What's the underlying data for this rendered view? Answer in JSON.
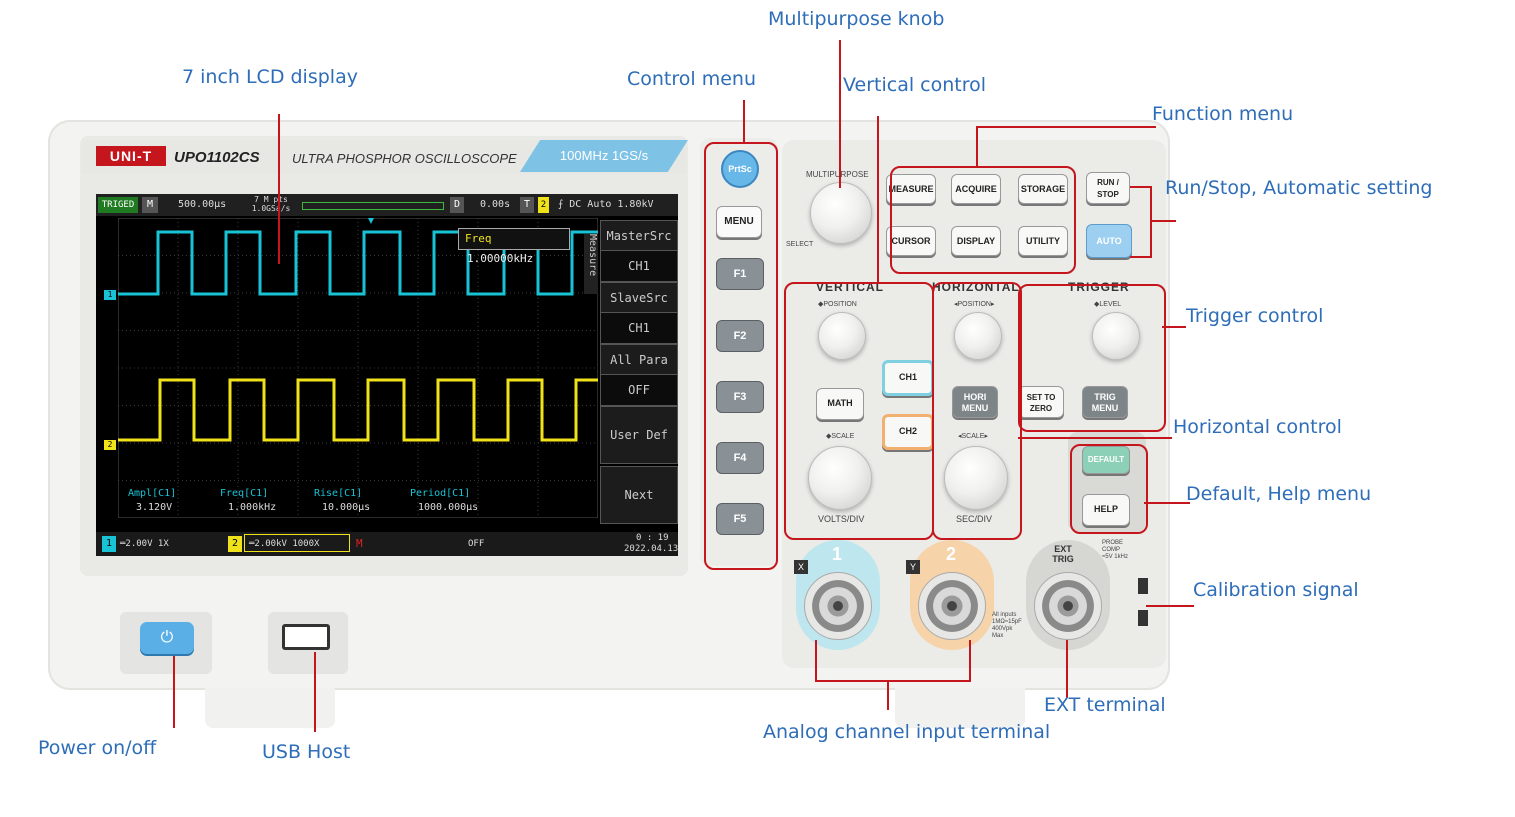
{
  "callouts": {
    "lcd": "7 inch LCD display",
    "control_menu": "Control menu",
    "multipurpose": "Multipurpose knob",
    "vertical": "Vertical control",
    "function_menu": "Function menu",
    "run_stop": "Run/Stop, Automatic setting",
    "trigger": "Trigger control",
    "horizontal": "Horizontal control",
    "default_help": "Default, Help menu",
    "calibration": "Calibration signal",
    "ext": "EXT terminal",
    "analog": "Analog channel input terminal",
    "power": "Power on/off",
    "usb": "USB Host"
  },
  "brand": {
    "logo": "UNI-T",
    "model": "UPO1102CS",
    "subtitle": "ULTRA PHOSPHOR OSCILLOSCOPE",
    "spec": "100MHz  1GS/s"
  },
  "screen": {
    "status": {
      "trig": "TRIGED",
      "mode": "M",
      "timebase": "500.00μs",
      "mem1": "7 M pts",
      "mem2": "1.0GSa/s",
      "d": "D",
      "delay": "0.00s",
      "t": "T",
      "t2": "2",
      "trig_info": "⨍ DC Auto 1.80kV"
    },
    "freq_label": "Freq",
    "freq_value": "1.00000kHz",
    "measure_tab": "Measure",
    "menu": [
      "MasterSrc",
      "CH1",
      "SlaveSrc",
      "CH1",
      "All Para",
      "OFF",
      "User Def",
      "Next"
    ],
    "measurements": [
      {
        "label": "Ampl[C1]",
        "value": "3.120V"
      },
      {
        "label": "Freq[C1]",
        "value": "1.000kHz"
      },
      {
        "label": "Rise[C1]",
        "value": "10.000μs"
      },
      {
        "label": "Period[C1]",
        "value": "1000.000μs"
      }
    ],
    "bottom": {
      "ch1": "1",
      "ch1_info": "═2.00V 1X",
      "ch2": "2",
      "ch2_info": "═2.00kV 1000X",
      "m": "M",
      "off": "OFF",
      "time": "0 : 19",
      "date": "2022.04.13"
    }
  },
  "controls": {
    "prtsc": "PrtSc",
    "menu": "MENU",
    "f_keys": [
      "F1",
      "F2",
      "F3",
      "F4",
      "F5"
    ],
    "multipurpose": "MULTIPURPOSE",
    "select": "SELECT",
    "function_keys": [
      "MEASURE",
      "ACQUIRE",
      "STORAGE",
      "CURSOR",
      "DISPLAY",
      "UTILITY"
    ],
    "run_stop": "RUN / STOP",
    "auto": "AUTO",
    "vertical": "VERTICAL",
    "horizontal": "HORIZONTAL",
    "trigger": "TRIGGER",
    "position": "◆POSITION",
    "position_h": "◂POSITION▸",
    "level": "◆LEVEL",
    "scale": "◆SCALE",
    "scale_h": "◂SCALE▸",
    "math": "MATH",
    "ch1": "CH1",
    "ch2": "CH2",
    "hori_menu": "HORI MENU",
    "set_to_zero": "SET TO ZERO",
    "trig_menu": "TRIG MENU",
    "default": "DEFAULT",
    "help": "HELP",
    "volts_div": "VOLTS/DIV",
    "sec_div": "SEC/DIV",
    "input1": "1",
    "input2": "2",
    "x": "X",
    "y": "Y",
    "ext_trig": "EXT TRIG",
    "probe_comp": "PROBE COMP ≈5V 1kHz",
    "warning": "All inputs 1MΩ≈15pF 400Vpk Max"
  },
  "colors": {
    "callout": "#2e6db8",
    "leader": "#c4161c",
    "ch1": "#19c3d6",
    "ch2": "#f0e21a",
    "brand": "#c5161d"
  }
}
